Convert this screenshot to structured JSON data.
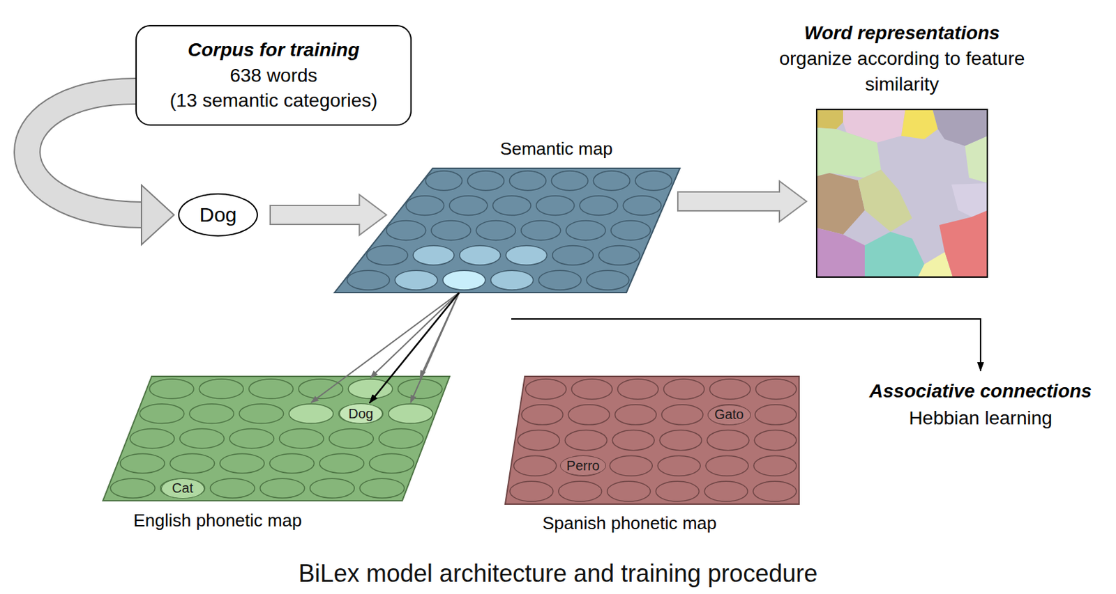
{
  "diagram": {
    "caption": "BiLex model architecture and training procedure",
    "nodes": [
      {
        "text": [
          "Corpus for training",
          "638 words",
          "(13 semantic categories)"
        ]
      },
      {
        "text": [
          "Dog"
        ]
      },
      {
        "text": [
          "Semantic map"
        ]
      },
      {
        "text": [
          "Word representations",
          "organize according to feature similarity"
        ]
      },
      {
        "text": [
          "English phonetic map"
        ]
      },
      {
        "text": [
          "Dog"
        ],
        "in": 4
      },
      {
        "text": [
          "Cat"
        ],
        "in": 4
      },
      {
        "text": [
          "Spanish phonetic map"
        ]
      },
      {
        "text": [
          "Gato"
        ],
        "in": 7
      },
      {
        "text": [
          "Perro"
        ],
        "in": 7
      }
    ],
    "edges": [
      {
        "from": 0,
        "to": 1,
        "arrow": "to"
      },
      {
        "from": 1,
        "to": 2,
        "arrow": "to"
      },
      {
        "from": 2,
        "to": 3,
        "arrow": "to"
      },
      {
        "from": 2,
        "to": 5,
        "arrow": "to"
      }
    ],
    "labels": [
      "Associative connections",
      "Hebbian learning"
    ]
  }
}
